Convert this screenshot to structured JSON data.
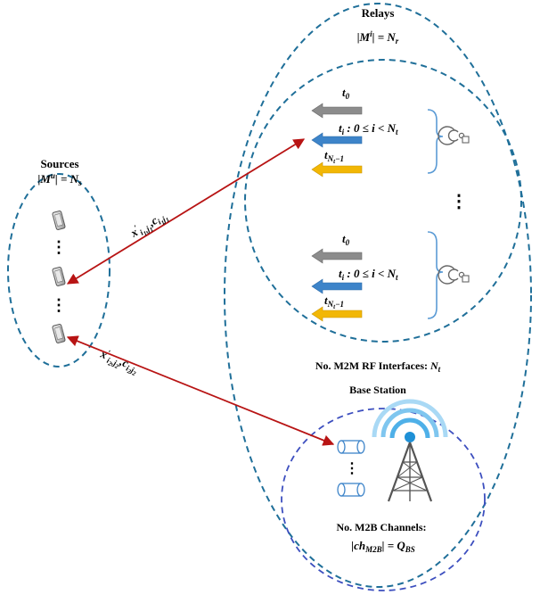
{
  "sources": {
    "title": "Sources",
    "size_label": "|M",
    "size_sup": "u",
    "size_eq": "| = N",
    "size_sub": "s",
    "dots": "⋮"
  },
  "relays": {
    "title": "Relays",
    "size_label": "|M",
    "size_sup": "i",
    "size_eq": "| = N",
    "size_sub": "r",
    "dots": "⋮",
    "group_top": {
      "t0": "t",
      "t0_sub": "0",
      "ti": "t",
      "ti_sub": "i",
      "ti_cond": " : 0 ≤ i < N",
      "ti_cond_sub": "t",
      "tn": "t",
      "tn_sub": "N",
      "tn_sub2": "t",
      "tn_sub3": "−1"
    },
    "group_bottom": {
      "t0": "t",
      "t0_sub": "0",
      "ti": "t",
      "ti_sub": "i",
      "ti_cond": " : 0 ≤ i < N",
      "ti_cond_sub": "t",
      "tn": "t",
      "tn_sub": "N",
      "tn_sub2": "t",
      "tn_sub3": "−1"
    },
    "interfaces_label": "No. M2M RF Interfaces: ",
    "interfaces_var": "N",
    "interfaces_sub": "t"
  },
  "base_station": {
    "title": "Base Station",
    "channels_label": "No. M2B Channels:",
    "channels_eq_a": "|ch",
    "channels_eq_sub": "M2B",
    "channels_eq_b": "| = Q",
    "channels_eq_sub2": "BS",
    "dots": "⋮"
  },
  "links": {
    "link1": {
      "x": "x",
      "prime": "′",
      "x_sub": "i",
      "x_sub1": "1",
      "x_sub_j": ",j",
      "x_sub_j1": "1",
      "comma": ",",
      "c": "c",
      "c_sub": "i",
      "c_sub1": "1",
      "c_sub_j": "j",
      "c_sub_j1": "1"
    },
    "link2": {
      "x": "x",
      "prime": "′",
      "x_sub": "i",
      "x_sub1": "2",
      "x_sub_j": ",j",
      "x_sub_j1": "2",
      "comma": ",",
      "c": "c",
      "c_sub": "i",
      "c_sub1": "2",
      "c_sub_j": "j",
      "c_sub_j1": "2"
    }
  },
  "colors": {
    "ellipse_dashed": "#1f6f99",
    "base_ellipse_dashed": "#3d4fbf",
    "link_line": "#b81414",
    "arrow_gray": "#8c8c8c",
    "arrow_blue": "#3d84c9",
    "arrow_yellow": "#f2b705",
    "brace": "#5b9bd5",
    "tower": "#555555",
    "signal": "#1e90d6",
    "cylinder": "#3d84c9"
  },
  "icons": {
    "device": "device-icon",
    "router": "router-icon",
    "tower": "tower-icon",
    "cylinder": "channel-cylinder-icon"
  }
}
